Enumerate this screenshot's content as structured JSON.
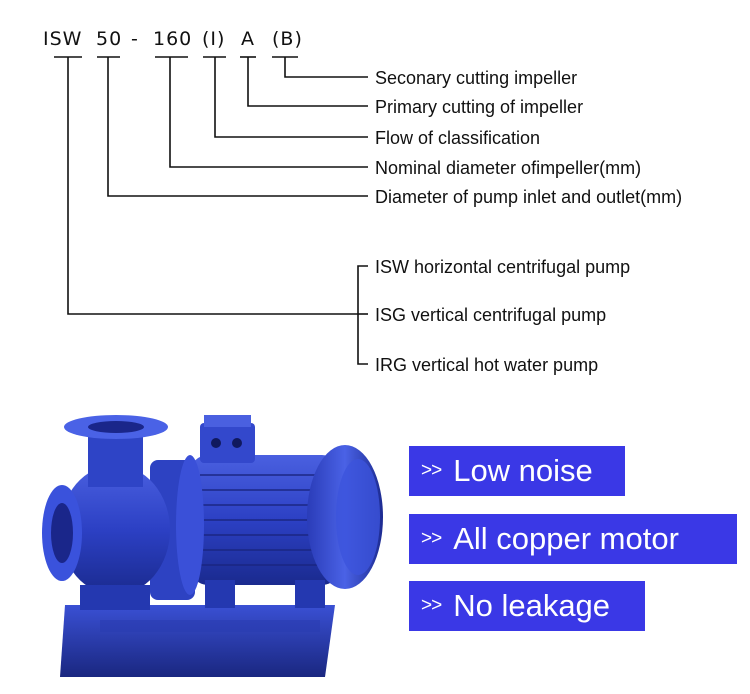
{
  "model_code": {
    "parts": [
      "ISW",
      "50",
      "-",
      "160",
      "(I)",
      "A",
      "(B)"
    ]
  },
  "codes": [
    "Seconary cutting impeller",
    "Primary cutting of impeller",
    "Flow of classification",
    "Nominal diameter ofimpeller(mm)",
    "Diameter of pump inlet and outlet(mm)"
  ],
  "pump_types": [
    "ISW horizontal centrifugal pump",
    "ISG vertical centrifugal pump",
    "IRG vertical hot water pump"
  ],
  "features": {
    "chevron": ">>",
    "items": [
      "Low noise",
      "All copper motor",
      "No leakage"
    ]
  },
  "colors": {
    "feature_bg": "#3a38e6",
    "pump_blue": "#2f45c8"
  }
}
